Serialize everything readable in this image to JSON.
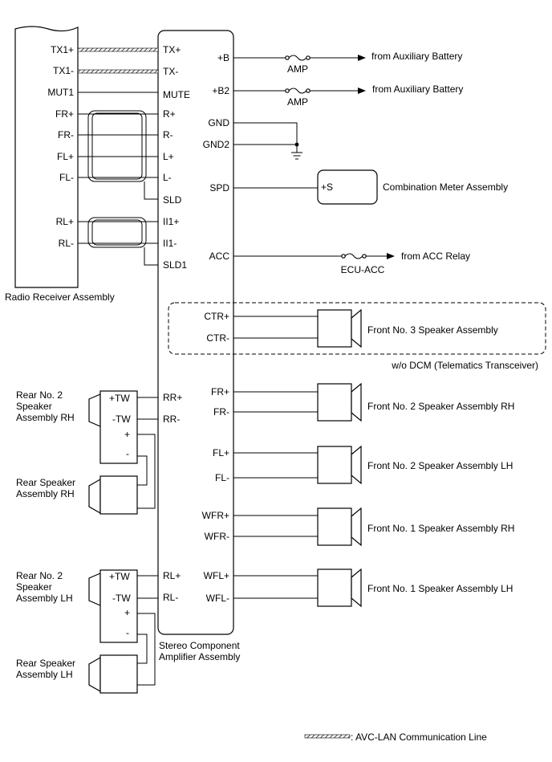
{
  "radio": {
    "title": "Radio Receiver Assembly",
    "pins": [
      "TX1+",
      "TX1-",
      "MUT1",
      "FR+",
      "FR-",
      "FL+",
      "FL-",
      "RL+",
      "RL-"
    ]
  },
  "amplifier": {
    "title_line1": "Stereo Component",
    "title_line2": "Amplifier Assembly",
    "left_pins": {
      "tx_plus": "TX+",
      "tx_minus": "TX-",
      "mute": "MUTE",
      "r_plus": "R+",
      "r_minus": "R-",
      "l_plus": "L+",
      "l_minus": "L-",
      "sld": "SLD",
      "ii1_plus": "II1+",
      "ii1_minus": "II1-",
      "sld1": "SLD1",
      "rr_plus": "RR+",
      "rr_minus": "RR-",
      "rl_plus": "RL+",
      "rl_minus": "RL-"
    },
    "right_pins": {
      "b": "+B",
      "b2": "+B2",
      "gnd": "GND",
      "gnd2": "GND2",
      "spd": "SPD",
      "acc": "ACC",
      "ctr_plus": "CTR+",
      "ctr_minus": "CTR-",
      "fr_plus": "FR+",
      "fr_minus": "FR-",
      "fl_plus": "FL+",
      "fl_minus": "FL-",
      "wfr_plus": "WFR+",
      "wfr_minus": "WFR-",
      "wfl_plus": "WFL+",
      "wfl_minus": "WFL-"
    }
  },
  "power": {
    "fuse_amp": "AMP",
    "fuse_ecu_acc": "ECU-ACC",
    "source_aux": "from Auxiliary Battery",
    "source_acc": "from ACC Relay"
  },
  "meter": {
    "pin": "+S",
    "name": "Combination Meter Assembly"
  },
  "front_speakers": {
    "no3": "Front No. 3 Speaker Assembly",
    "no2_rh": "Front No. 2 Speaker Assembly RH",
    "no2_lh": "Front No. 2 Speaker Assembly LH",
    "no1_rh": "Front No. 1 Speaker Assembly RH",
    "no1_lh": "Front No. 1 Speaker Assembly LH"
  },
  "option_note": "w/o DCM (Telematics Transceiver)",
  "rear_speakers": {
    "no2_rh": [
      "Rear No. 2",
      "Speaker",
      "Assembly RH"
    ],
    "rh": [
      "Rear Speaker",
      "Assembly RH"
    ],
    "no2_lh": [
      "Rear No. 2",
      "Speaker",
      "Assembly LH"
    ],
    "lh": [
      "Rear Speaker",
      "Assembly LH"
    ],
    "pins": {
      "tw_plus": "+TW",
      "tw_minus": "-TW",
      "plus": "+",
      "minus": "-"
    }
  },
  "legend": {
    "label": ": AVC-LAN Communication Line"
  }
}
